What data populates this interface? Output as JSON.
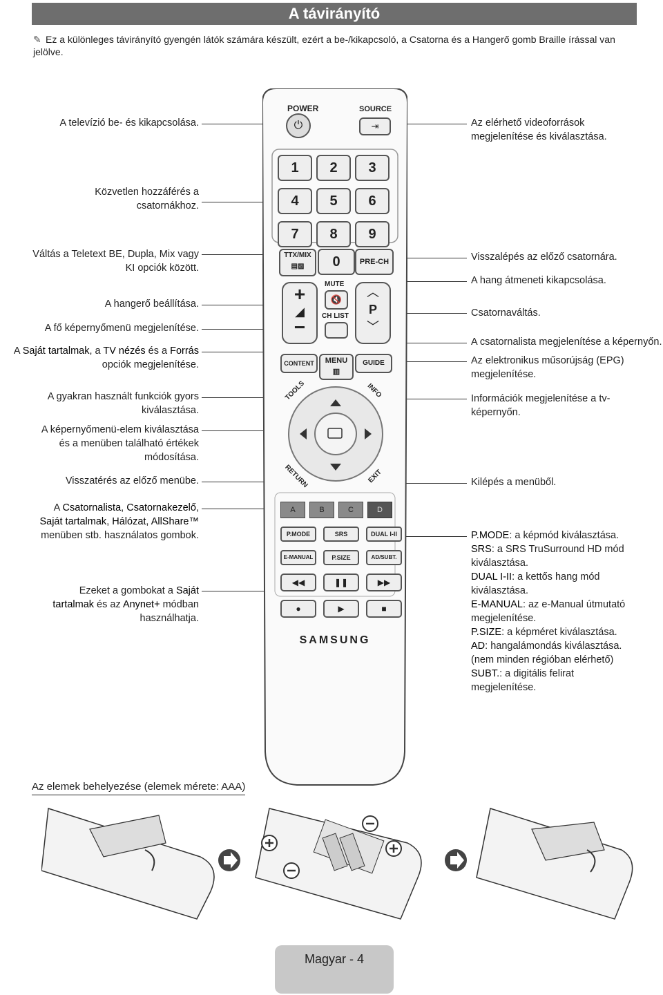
{
  "header": {
    "title": "A távirányító"
  },
  "note": {
    "text": "Ez a különleges távirányító gyengén látók számára készült, ezért a be-/kikapcsoló, a Csatorna és a Hangerő gomb Braille írással van jelölve."
  },
  "left_labels": {
    "power": "A televízió be- és kikapcsolása.",
    "direct1": "Közvetlen hozzáférés a",
    "direct2": "csatornákhoz.",
    "ttx1": "Váltás a Teletext BE, Dupla, Mix vagy",
    "ttx2": "KI opciók között.",
    "vol": "A hangerő beállítása.",
    "menu": "A fő képernyőmenü megjelenítése.",
    "content1a": "A ",
    "content1b": "Saját tartalmak",
    "content1c": ", a ",
    "content1d": "TV nézés",
    "content1e": " és a ",
    "content1f": "Forrás",
    "content2": "opciók megjelenítése.",
    "tools1": "A gyakran használt funkciók gyors",
    "tools2": "kiválasztása.",
    "nav1": "A képernyőmenü-elem kiválasztása",
    "nav2": "és a menüben található értékek",
    "nav3": "módosítása.",
    "return": "Visszatérés az előző menübe.",
    "color1a": "A ",
    "color1b": "Csatornalista",
    "color1c": ", ",
    "color1d": "Csatornakezelő",
    "color1e": ",",
    "color2a": "Saját tartalmak",
    "color2b": ", ",
    "color2c": "Hálózat",
    "color2d": ", ",
    "color2e": "AllShare™",
    "color3": "menüben stb. használatos gombok.",
    "media1a": "Ezeket a gombokat a ",
    "media1b": "Saját",
    "media2a": "tartalmak",
    "media2b": " és az ",
    "media2c": "Anynet+",
    "media2d": " módban",
    "media3": "használhatja."
  },
  "right_labels": {
    "source1": "Az elérhető videoforrások",
    "source2": "megjelenítése és kiválasztása.",
    "prech": "Visszalépés az előző csatornára.",
    "mute": "A hang átmeneti kikapcsolása.",
    "ch": "Csatornaváltás.",
    "chlist": "A csatornalista megjelenítése a képernyőn.",
    "guide1": "Az elektronikus műsorújság (EPG)",
    "guide2": "megjelenítése.",
    "info1": "Információk megjelenítése a tv-",
    "info2": "képernyőn.",
    "exit": "Kilépés a menüből.",
    "pmode_k": "P.MODE",
    "pmode_v": ": a képmód kiválasztása.",
    "srs_k": "SRS",
    "srs_v": ": a SRS TruSurround HD mód",
    "srs_v2": "kiválasztása.",
    "dual_k": "DUAL I-II",
    "dual_v": ": a kettős hang mód",
    "dual_v2": "kiválasztása.",
    "em_k": "E-MANUAL",
    "em_v": ": az e-Manual útmutató",
    "em_v2": "megjelenítése.",
    "ps_k": "P.SIZE",
    "ps_v": ": a képméret kiválasztása.",
    "ad_k": "AD",
    "ad_v": ": hangalámondás kiválasztása.",
    "ad_v2": "(nem minden régióban elérhető)",
    "subt_k": "SUBT.",
    "subt_v": ": a digitális felirat",
    "subt_v2": "megjelenítése."
  },
  "remote": {
    "power": "POWER",
    "source": "SOURCE",
    "digits": [
      "1",
      "2",
      "3",
      "4",
      "5",
      "6",
      "7",
      "8",
      "9",
      "0"
    ],
    "ttx": "TTX/MIX",
    "prech": "PRE-CH",
    "mute": "MUTE",
    "chlist": "CH LIST",
    "p": "P",
    "content": "CONTENT",
    "menu": "MENU",
    "guide": "GUIDE",
    "tools": "TOOLS",
    "info": "INFO",
    "return": "RETURN",
    "exit": "EXIT",
    "colors": [
      "A",
      "B",
      "C",
      "D"
    ],
    "row1": [
      "P.MODE",
      "SRS",
      "DUAL I-II"
    ],
    "row2": [
      "E-MANUAL",
      "P.SIZE",
      "AD/SUBT."
    ],
    "brand": "SAMSUNG"
  },
  "battery": {
    "title": "Az elemek behelyezése (elemek mérete: AAA)"
  },
  "footer": {
    "page": "Magyar - 4"
  }
}
